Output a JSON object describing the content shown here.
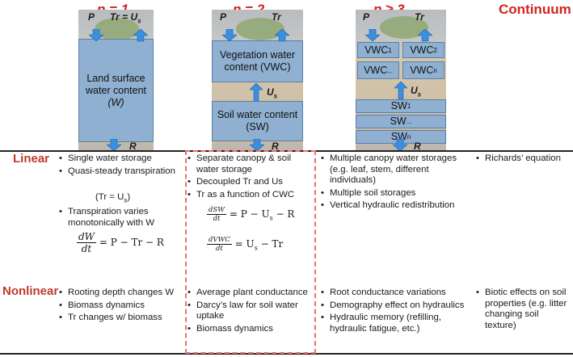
{
  "headers": {
    "col1": "n = 1",
    "col2": "n = 2",
    "col3": "n ≥ 3",
    "col4": "Continuum"
  },
  "panels": {
    "p1": {
      "P": "P",
      "Tr": "Tr = U",
      "Tr_sub": "s",
      "box_lines": [
        "Land surface",
        "water content",
        "(W)"
      ],
      "R": "R"
    },
    "p2": {
      "P": "P",
      "Tr": "Tr",
      "veg_lines": [
        "Vegetation water",
        "content (VWC)"
      ],
      "Us": "U",
      "Us_sub": "s",
      "soil_lines": [
        "Soil water content",
        "(SW)"
      ],
      "R": "R"
    },
    "p3": {
      "P": "P",
      "Tr": "Tr",
      "vwc": [
        "VWC",
        "VWC",
        "VWC",
        "VWC"
      ],
      "vwc_sub": [
        "1",
        "2",
        "...",
        "n"
      ],
      "Us": "U",
      "Us_sub": "s",
      "sw": [
        "SW",
        "SW",
        "SW"
      ],
      "sw_sub": [
        "1",
        "...",
        "n"
      ],
      "R": "R"
    }
  },
  "rows": {
    "linear": "Linear",
    "nonlinear": "Nonlinear"
  },
  "linear": {
    "c1_items": [
      "Single water storage",
      "Quasi-steady transpiration",
      "Transpiration varies monotonically with W"
    ],
    "c1_tr_note": "(Tr = U",
    "c1_tr_sub": "s",
    "c1_eq_num": "dW",
    "c1_eq_den": "dt",
    "c1_eq_rhs": "= P − Tr − R",
    "c2_items": [
      "Separate canopy & soil water storage",
      "Decoupled Tr and Us",
      "Tr as a function of CWC"
    ],
    "c2_eq1_num": "dSW",
    "c2_eq1_den": "dt",
    "c2_eq1_rhs": "= P − U",
    "c2_eq1_sub": "s",
    "c2_eq1_tail": " − R",
    "c2_eq2_num": "dVWC",
    "c2_eq2_den": "dt",
    "c2_eq2_rhs": "= U",
    "c2_eq2_sub": "s",
    "c2_eq2_tail": " − Tr",
    "c3_items": [
      "Multiple canopy water storages (e.g. leaf, stem, different individuals)",
      "Multiple soil storages",
      "Vertical hydraulic redistribution"
    ],
    "c4_items": [
      "Richards’ equation"
    ]
  },
  "nonlinear": {
    "c1_items": [
      "Rooting depth changes W",
      "Biomass dynamics",
      "Tr changes w/ biomass"
    ],
    "c2_items": [
      "Average plant conductance",
      "Darcy’s law for soil water uptake",
      "Biomass dynamics"
    ],
    "c3_items": [
      "Root conductance variations",
      "Demography effect on hydraulics",
      "Hydraulic memory (refilling, hydraulic fatigue, etc.)"
    ],
    "c4_items": [
      "Biotic effects on soil properties (e.g. litter changing soil texture)"
    ]
  },
  "colors": {
    "header_red": "#d2231c",
    "box_blue": "#8fb0d1",
    "arrow_blue": "#3b8fe0",
    "dash_red": "#ec6f6f"
  }
}
